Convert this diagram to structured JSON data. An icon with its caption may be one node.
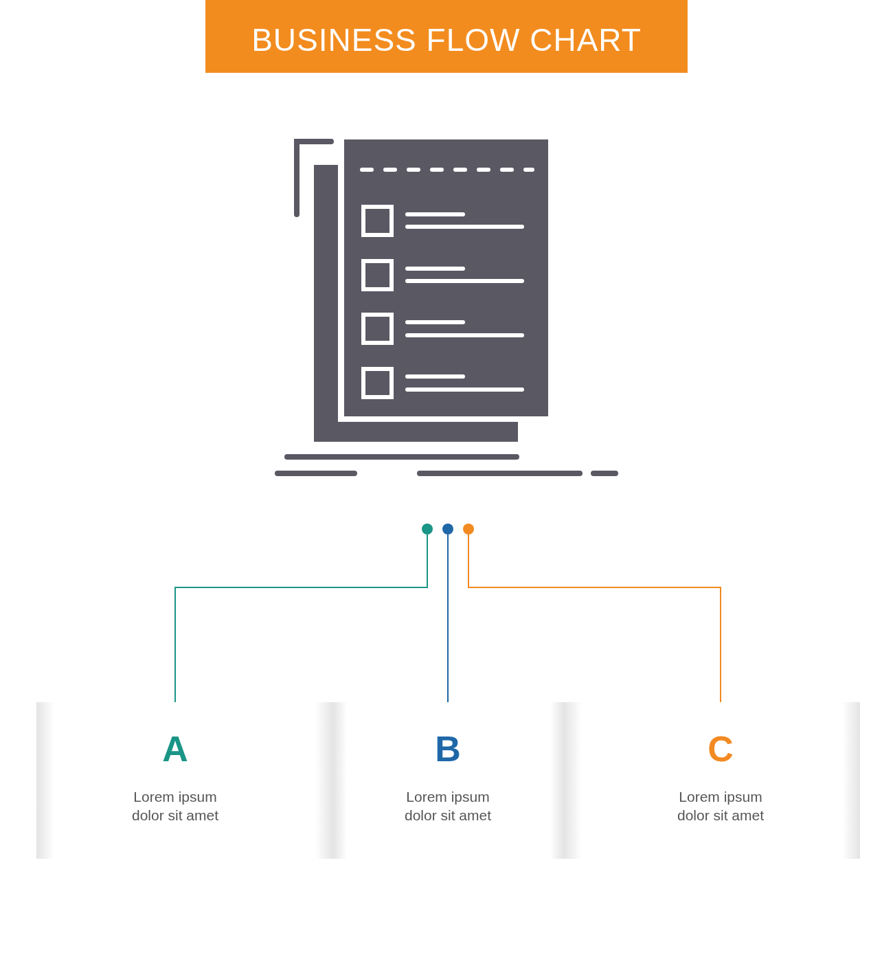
{
  "diagram": {
    "title": "BUSINESS FLOW CHART",
    "nodes": [
      {
        "text": [],
        "shape": "circle"
      },
      {
        "text": [],
        "shape": "circle"
      },
      {
        "text": [],
        "shape": "circle"
      },
      {
        "text": [
          "A",
          "Lorem ipsum dolor sit amet"
        ]
      },
      {
        "text": [
          "B",
          "Lorem ipsum dolor sit amet"
        ]
      },
      {
        "text": [
          "C",
          "Lorem ipsum dolor sit amet"
        ]
      }
    ],
    "edges": [
      {
        "from": 0,
        "to": 3,
        "arrow": "none",
        "color": "#1a9586"
      },
      {
        "from": 1,
        "to": 4,
        "arrow": "none",
        "color": "#1f68a8"
      },
      {
        "from": 2,
        "to": 5,
        "arrow": "none",
        "color": "#f28a22"
      }
    ]
  }
}
